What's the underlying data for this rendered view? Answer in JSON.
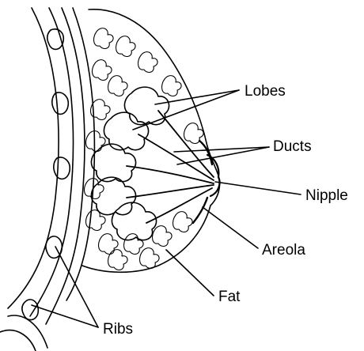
{
  "labels": {
    "lobes": "Lobes",
    "ducts": "Ducts",
    "nipple": "Nipple",
    "areola": "Areola",
    "fat": "Fat",
    "ribs": "Ribs"
  },
  "colors": {
    "line": "#000000",
    "background": "#ffffff"
  }
}
